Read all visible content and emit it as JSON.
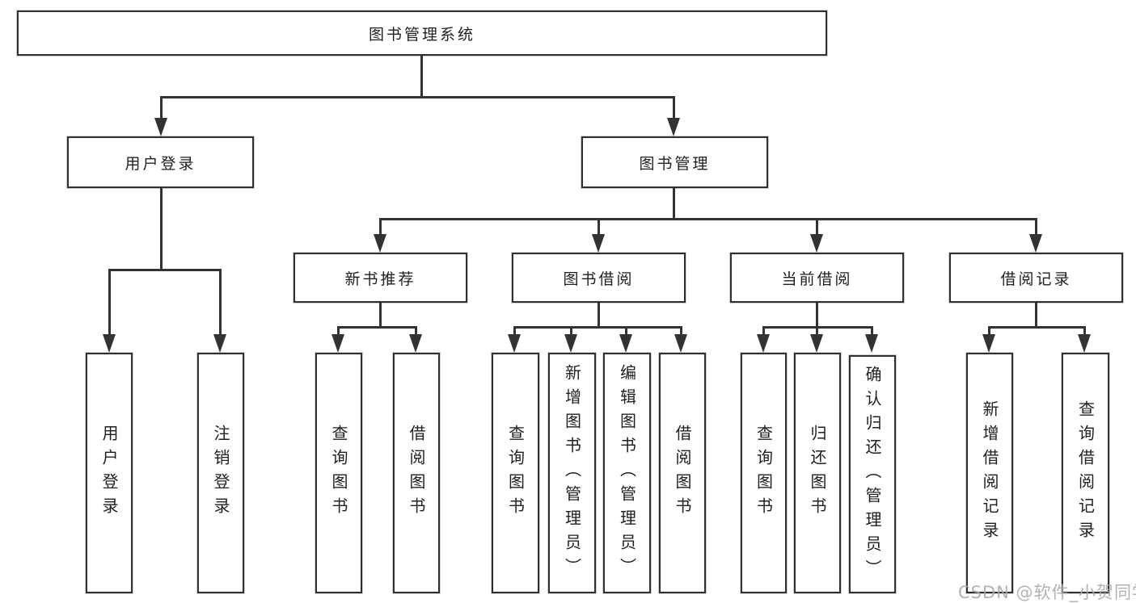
{
  "root": {
    "label": "图书管理系统"
  },
  "level2": {
    "user_login": {
      "label": "用户登录"
    },
    "book_management": {
      "label": "图书管理"
    }
  },
  "level3": {
    "new_book_recommend": {
      "label": "新书推荐"
    },
    "book_borrowing": {
      "label": "图书借阅"
    },
    "current_borrowing": {
      "label": "当前借阅"
    },
    "borrowing_records": {
      "label": "借阅记录"
    }
  },
  "leaves": {
    "user_login": {
      "label": "用户登录"
    },
    "user_logout": {
      "label": "注销登录"
    },
    "recommend_query_books": {
      "label": "查询图书"
    },
    "recommend_borrow_books": {
      "label": "借阅图书"
    },
    "borrowing_query_books": {
      "label": "查询图书"
    },
    "borrowing_add_books": {
      "label": "新增图书（管理员）"
    },
    "borrowing_edit_books": {
      "label": "编辑图书（管理员）"
    },
    "borrowing_borrow_books": {
      "label": "借阅图书"
    },
    "current_query_books": {
      "label": "查询图书"
    },
    "current_return_books": {
      "label": "归还图书"
    },
    "current_confirm_return": {
      "label": "确认归还（管理员）"
    },
    "records_add_record": {
      "label": "新增借阅记录"
    },
    "records_query_record": {
      "label": "查询借阅记录"
    }
  },
  "watermark": "CSDN @软件_小贺同学",
  "colors": {
    "line": "#333333",
    "border": "#2f2f2f",
    "watermark": "#aaaaaa"
  }
}
